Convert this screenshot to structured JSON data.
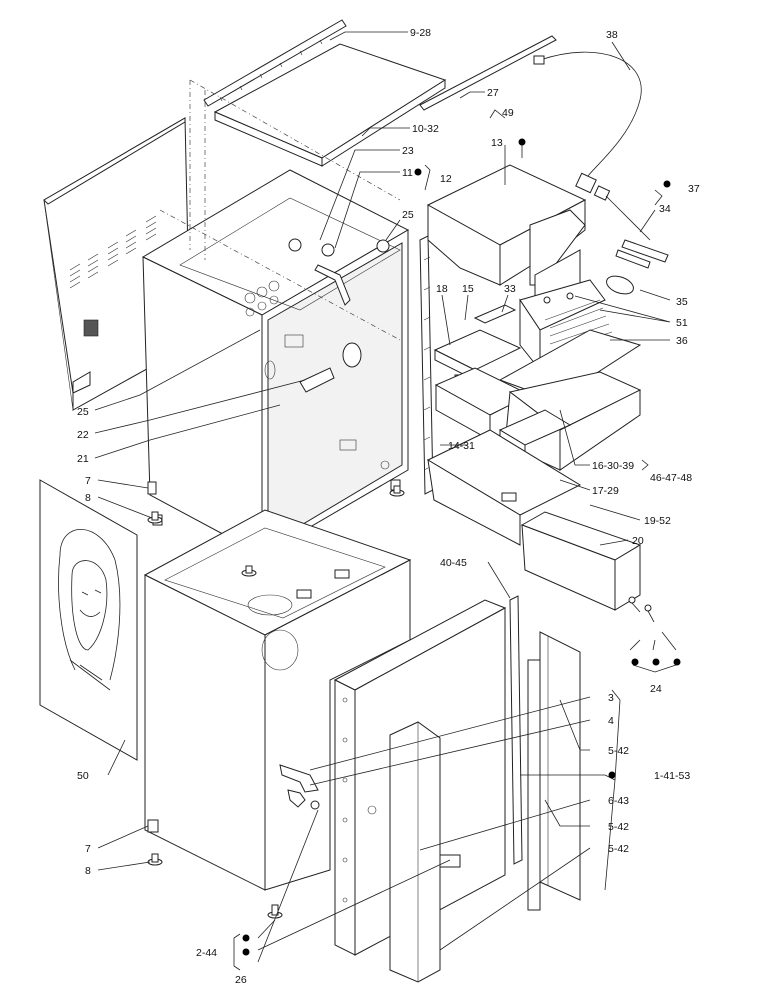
{
  "labels": {
    "l9_28": "9-28",
    "l38": "38",
    "l27": "27",
    "l49": "49",
    "l10_32": "10-32",
    "l13": "13",
    "l23": "23",
    "l11": "11",
    "l12": "12",
    "l25a": "25",
    "l37": "37",
    "l34": "34",
    "l18": "18",
    "l15": "15",
    "l33": "33",
    "l35": "35",
    "l51": "51",
    "l36": "36",
    "l25b": "25",
    "l22": "22",
    "l21": "21",
    "l14_31": "14-31",
    "l16_30_39": "16-30-39",
    "l46_47_48": "46-47-48",
    "l17_29": "17-29",
    "l7a": "7",
    "l8a": "8",
    "l19_52": "19-52",
    "l20": "20",
    "l40_45": "40-45",
    "l24": "24",
    "l3": "3",
    "l4": "4",
    "l5_42a": "5-42",
    "l50": "50",
    "l1_41_53": "1-41-53",
    "l6_43": "6-43",
    "l5_42b": "5-42",
    "l7b": "7",
    "l5_42c": "5-42",
    "l8b": "8",
    "l2_44": "2-44",
    "l26": "26"
  }
}
